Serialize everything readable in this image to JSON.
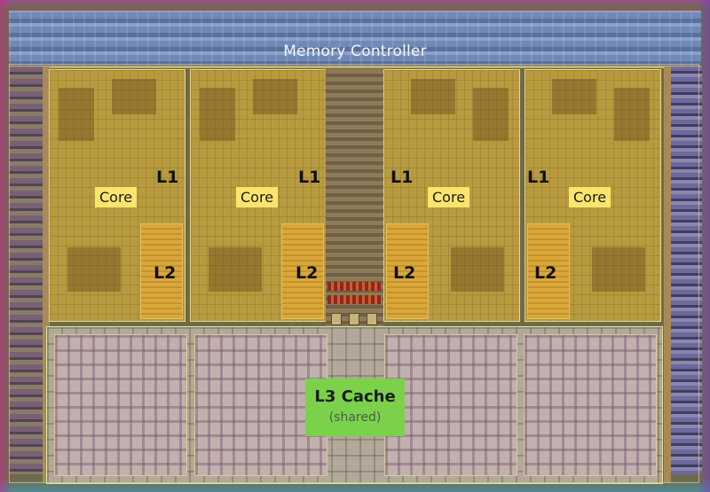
{
  "memory_controller": {
    "label": "Memory Controller"
  },
  "cores": [
    {
      "core_label": "Core",
      "l1_label": "L1",
      "l2_label": "L2"
    },
    {
      "core_label": "Core",
      "l1_label": "L1",
      "l2_label": "L2"
    },
    {
      "core_label": "Core",
      "l1_label": "L1",
      "l2_label": "L2"
    },
    {
      "core_label": "Core",
      "l1_label": "L1",
      "l2_label": "L2"
    }
  ],
  "l3_cache": {
    "label": "L3 Cache",
    "sublabel": "(shared)"
  },
  "colors": {
    "core_tag": "#fbe56d",
    "l3_tag": "#7bd24a",
    "core_overlay": "#b89b3f",
    "memory_controller": "#6f8ab8"
  }
}
